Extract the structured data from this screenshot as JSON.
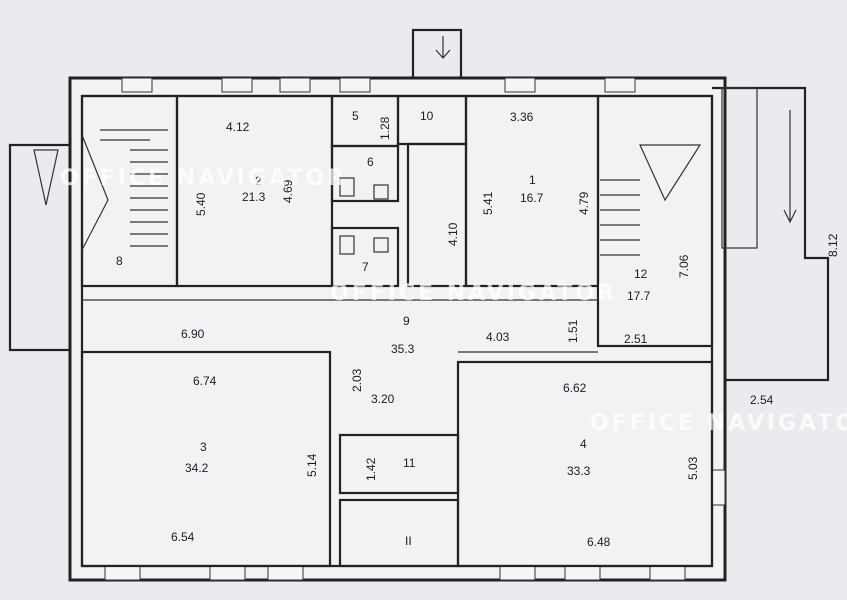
{
  "rooms": [
    {
      "number": "1",
      "area": "16.7",
      "dims": [
        "3.36",
        "5.41",
        "4.79"
      ]
    },
    {
      "number": "2",
      "area": "21.3",
      "dims": [
        "4.12",
        "5.40",
        "4.69"
      ]
    },
    {
      "number": "3",
      "area": "34.2",
      "dims": [
        "6.74",
        "5.14",
        "6.54"
      ]
    },
    {
      "number": "4",
      "area": "33.3",
      "dims": [
        "6.62",
        "5.03",
        "6.48"
      ]
    },
    {
      "number": "5",
      "dims": [
        "1.28"
      ]
    },
    {
      "number": "6"
    },
    {
      "number": "7"
    },
    {
      "number": "8"
    },
    {
      "number": "9",
      "area": "35.3",
      "dims": [
        "6.90",
        "4.03",
        "2.03",
        "3.20"
      ]
    },
    {
      "number": "10",
      "dims": [
        "4.10"
      ]
    },
    {
      "number": "11",
      "dims": [
        "1.42"
      ]
    },
    {
      "number": "12",
      "area": "17.7",
      "dims": [
        "7.06",
        "1.51",
        "2.51"
      ]
    }
  ],
  "extra_dims": [
    "8.12",
    "2.54"
  ],
  "stair_mark": "II",
  "watermark": "OFFICE NAVIGATOR"
}
